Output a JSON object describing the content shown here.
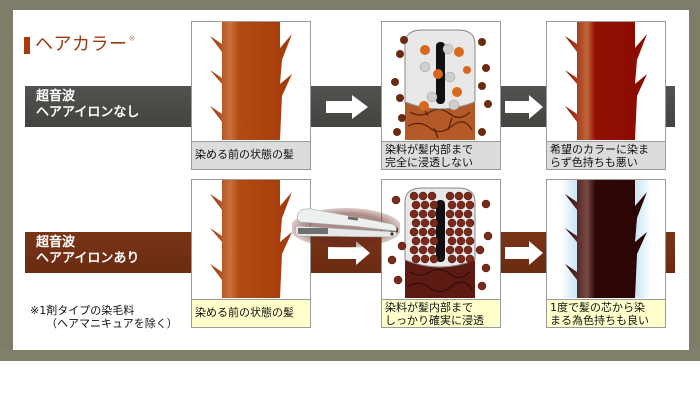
{
  "title": {
    "text": "ヘアカラー",
    "mark": "※"
  },
  "rows": [
    {
      "label_line1": "超音波",
      "label_line2": "ヘアアイロンなし",
      "band_color": "#4a4946",
      "cards": [
        {
          "caption_line1": "染める前の状態の髪",
          "caption_line2": "",
          "icon": "hair-strand-brown-icon"
        },
        {
          "caption_line1": "染料が髪内部まで",
          "caption_line2": "完全に浸透しない",
          "icon": "hair-cross-section-partial-dye-icon"
        },
        {
          "caption_line1": "希望のカラーに染ま",
          "caption_line2": "らず色持ちも悪い",
          "icon": "hair-strand-red-icon"
        }
      ]
    },
    {
      "label_line1": "超音波",
      "label_line2": "ヘアアイロンあり",
      "band_color": "#743116",
      "cards": [
        {
          "caption_line1": "染める前の状態の髪",
          "caption_line2": "",
          "icon": "hair-strand-brown-icon"
        },
        {
          "caption_line1": "染料が髪内部まで",
          "caption_line2": "しっかり確実に浸透",
          "icon": "hair-cross-section-full-dye-icon"
        },
        {
          "caption_line1": "1度で髪の芯から染",
          "caption_line2": "まる為色持ちも良い",
          "icon": "hair-strand-dark-icon"
        }
      ]
    }
  ],
  "note": {
    "line1": "※1剤タイプの染毛料",
    "line2": "（ヘアマニキュアを除く）"
  },
  "colors": {
    "frame": "#807c6a",
    "title": "#9c3a12",
    "caption_gray": "#dcdcdc",
    "caption_yellow": "#ffffcc"
  }
}
